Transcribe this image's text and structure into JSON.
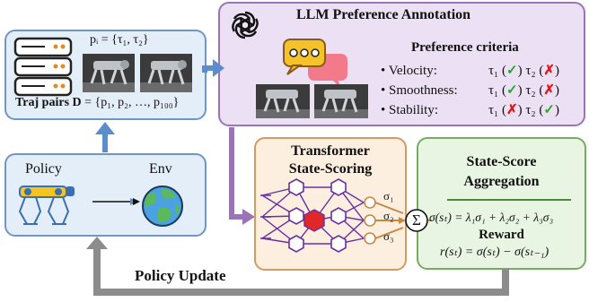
{
  "traj": {
    "pair_formula": "pᵢ = {τ₁, τ₂}",
    "pairs_label_bold": "Traj pairs D",
    "pairs_label_rest": " = {p₁, p₂, …, p₁₀₀}"
  },
  "policy": {
    "policy_label": "Policy",
    "env_label": "Env"
  },
  "llm": {
    "title": "LLM Preference Annotation",
    "criteria_title": "Preference criteria",
    "criteria": [
      {
        "name": "• Velocity:",
        "t1": "τ₁ (",
        "t1_mark": "✓",
        "t1_ok": true,
        "t2": "τ₂ (",
        "t2_mark": "✗",
        "t2_ok": false,
        "close": ")"
      },
      {
        "name": "• Smoothness:",
        "t1": "τ₁ (",
        "t1_mark": "✓",
        "t1_ok": true,
        "t2": "τ₂ (",
        "t2_mark": "✗",
        "t2_ok": false,
        "close": ")"
      },
      {
        "name": "• Stability:",
        "t1": "τ₁ (",
        "t1_mark": "✗",
        "t1_ok": false,
        "t2": "τ₂ (",
        "t2_mark": "✓",
        "t2_ok": true,
        "close": ")"
      }
    ],
    "chat_dots": "ooo"
  },
  "transformer": {
    "title_line1": "Transformer",
    "title_line2": "State-Scoring"
  },
  "sigmas": [
    "σ₁",
    "σ₂",
    "σ₃"
  ],
  "sum_symbol": "Σ",
  "aggregation": {
    "title_line1": "State-Score",
    "title_line2": "Aggregation",
    "formula": "σ(sₜ) = λ₁σ₁ + λ₂σ₂ + λ₃σ₃",
    "reward_label": "Reward",
    "reward_formula": "r(sₜ) = σ(sₜ) − σ(sₜ₋₁)"
  },
  "policy_update_label": "Policy Update",
  "colors": {
    "blue_arrow": "#5b8ccc",
    "purple_arrow": "#9b74b8",
    "gray_arrow": "#8c8c8c",
    "orange_arrow": "#c98840",
    "green_divider": "#4a8a3a",
    "check": "#2aa52a",
    "cross": "#e01818",
    "hex_center": "#e02828"
  },
  "icons": [
    "server-icon",
    "robot-dog-image",
    "quadruped-icon",
    "globe-icon",
    "openai-logo-icon",
    "chat-bubbles-icon",
    "neural-network-icon"
  ]
}
